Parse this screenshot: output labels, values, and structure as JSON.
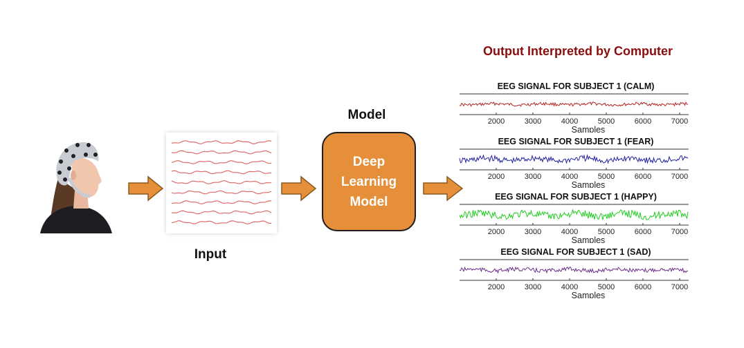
{
  "labels": {
    "output_title": "Output Interpreted by Computer",
    "model_title": "Model",
    "model_box": "Deep\nLearning\nModel",
    "input_title": "Input"
  },
  "colors": {
    "arrow": "#e58f3a",
    "model_box": "#e58f3a",
    "output_title": "#8b0d0d",
    "input_waves": "#e06b6b"
  },
  "chart_data": [
    {
      "type": "line",
      "title": "EEG SIGNAL FOR SUBJECT 1 (CALM)",
      "xlabel": "Samples",
      "xticks": [
        "2000",
        "3000",
        "4000",
        "5000",
        "6000",
        "7000"
      ],
      "color": "#b22222"
    },
    {
      "type": "line",
      "title": "EEG SIGNAL FOR SUBJECT 1 (FEAR)",
      "xlabel": "Samples",
      "xticks": [
        "2000",
        "3000",
        "4000",
        "5000",
        "6000",
        "7000"
      ],
      "color": "#1f1fa0"
    },
    {
      "type": "line",
      "title": "EEG SIGNAL FOR SUBJECT 1 (HAPPY)",
      "xlabel": "Samples",
      "xticks": [
        "2000",
        "3000",
        "4000",
        "5000",
        "6000",
        "7000"
      ],
      "color": "#22cc22"
    },
    {
      "type": "line",
      "title": "EEG SIGNAL FOR SUBJECT 1 (SAD)",
      "xlabel": "Samples",
      "xticks": [
        "2000",
        "3000",
        "4000",
        "5000",
        "6000",
        "7000"
      ],
      "color": "#6a2d8a"
    }
  ]
}
